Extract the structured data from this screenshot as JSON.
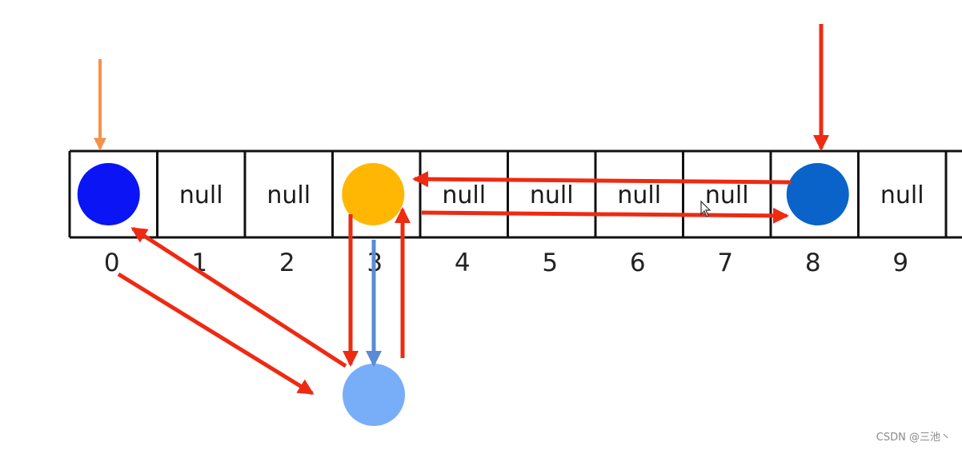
{
  "array": {
    "cells": [
      {
        "index": "0",
        "content": "node",
        "node_color": "#0a14f5"
      },
      {
        "index": "1",
        "content": "null"
      },
      {
        "index": "2",
        "content": "null"
      },
      {
        "index": "3",
        "content": "node",
        "node_color": "#ffb703"
      },
      {
        "index": "4",
        "content": "null"
      },
      {
        "index": "5",
        "content": "null"
      },
      {
        "index": "6",
        "content": "null"
      },
      {
        "index": "7",
        "content": "null"
      },
      {
        "index": "8",
        "content": "node",
        "node_color": "#0a63c9"
      },
      {
        "index": "9",
        "content": "null"
      }
    ]
  },
  "floating_node": {
    "color": "#78aef8"
  },
  "colors": {
    "arrow_red": "#ee2a12",
    "arrow_orange": "#f4914a",
    "arrow_blue": "#5b8bd4",
    "grid_line": "#111111"
  },
  "watermark": "CSDN @三池丶"
}
